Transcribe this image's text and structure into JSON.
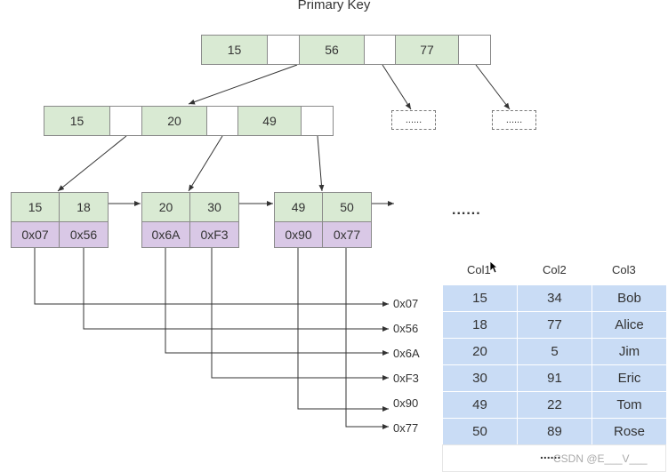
{
  "title": "Primary Key",
  "root": {
    "keys": [
      "15",
      "56",
      "77"
    ]
  },
  "level2": {
    "keys": [
      "15",
      "20",
      "49"
    ]
  },
  "placeholders": {
    "dots": "......",
    "more": "......"
  },
  "leaves": [
    {
      "keys": [
        "15",
        "18"
      ],
      "addrs": [
        "0x07",
        "0x56"
      ]
    },
    {
      "keys": [
        "20",
        "30"
      ],
      "addrs": [
        "0x6A",
        "0xF3"
      ]
    },
    {
      "keys": [
        "49",
        "50"
      ],
      "addrs": [
        "0x90",
        "0x77"
      ]
    }
  ],
  "addresses": [
    "0x07",
    "0x56",
    "0x6A",
    "0xF3",
    "0x90",
    "0x77"
  ],
  "table": {
    "headers": [
      "Col1",
      "Col2",
      "Col3"
    ],
    "rows": [
      [
        "15",
        "34",
        "Bob"
      ],
      [
        "18",
        "77",
        "Alice"
      ],
      [
        "20",
        "5",
        "Jim"
      ],
      [
        "30",
        "91",
        "Eric"
      ],
      [
        "49",
        "22",
        "Tom"
      ],
      [
        "50",
        "89",
        "Rose"
      ]
    ],
    "last_row_text": "......"
  },
  "watermark": "CSDN @E___V___",
  "colors": {
    "key": "#d9ead3",
    "address": "#d9c8e6",
    "table": "#c9dcf5"
  }
}
